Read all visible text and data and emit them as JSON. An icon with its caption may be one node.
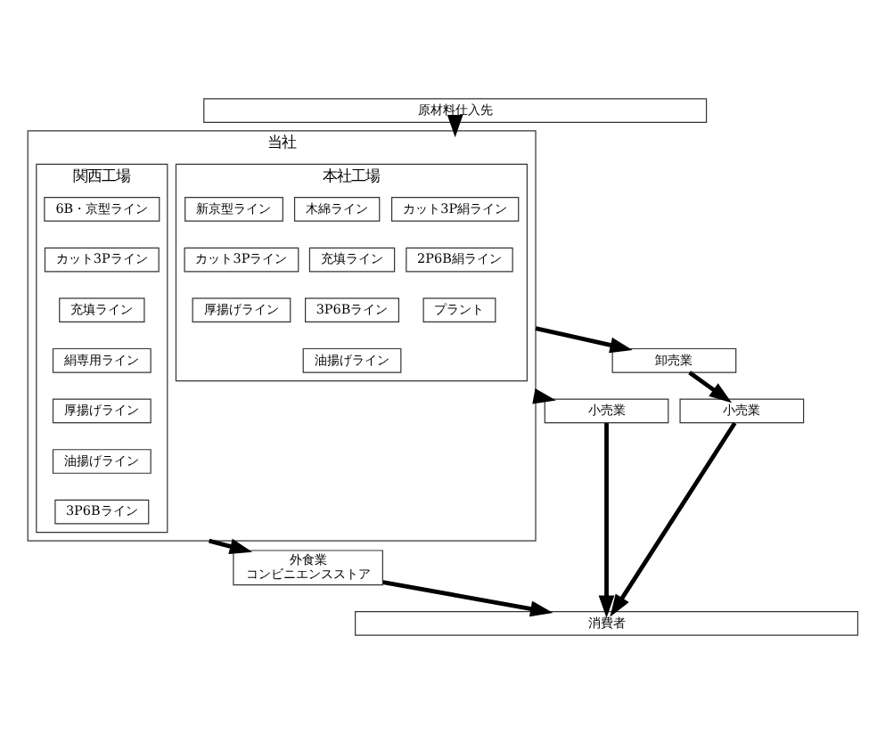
{
  "diagram": {
    "nodes": [
      {
        "text": [
          "原材料仕入先"
        ]
      },
      {
        "text": [
          "当社"
        ]
      },
      {
        "text": [
          "本社工場"
        ],
        "in": 1
      },
      {
        "text": [
          "木綿ライン"
        ],
        "in": 2
      },
      {
        "text": [
          "充填ライン"
        ],
        "in": 2
      },
      {
        "text": [
          "3P6Bライン"
        ],
        "in": 2
      },
      {
        "text": [
          "油揚げライン"
        ],
        "in": 2
      },
      {
        "text": [
          "カット3P絹ライン"
        ],
        "in": 2
      },
      {
        "text": [
          "2P6B絹ライン"
        ],
        "in": 2
      },
      {
        "text": [
          "プラント"
        ],
        "in": 2
      },
      {
        "text": [
          "新京型ライン"
        ],
        "in": 2
      },
      {
        "text": [
          "カット3Pライン"
        ],
        "in": 2
      },
      {
        "text": [
          "厚揚げライン"
        ],
        "in": 2
      },
      {
        "text": [
          "関西工場"
        ],
        "in": 1
      },
      {
        "text": [
          "6B・京型ライン"
        ],
        "in": 13
      },
      {
        "text": [
          "カット3Pライン"
        ],
        "in": 13
      },
      {
        "text": [
          "充填ライン"
        ],
        "in": 13
      },
      {
        "text": [
          "絹専用ライン"
        ],
        "in": 13
      },
      {
        "text": [
          "厚揚げライン"
        ],
        "in": 13
      },
      {
        "text": [
          "油揚げライン"
        ],
        "in": 13
      },
      {
        "text": [
          "3P6Bライン"
        ],
        "in": 13
      },
      {
        "text": [
          "小売業"
        ]
      },
      {
        "text": [
          "卸売業"
        ]
      },
      {
        "text": [
          "外食業",
          "コンビニエンスストア"
        ]
      },
      {
        "text": [
          "小売業"
        ]
      },
      {
        "text": [
          "消費者"
        ]
      }
    ],
    "edges": [
      {
        "from": 0,
        "to": 1,
        "arrow": "to"
      },
      {
        "from": 1,
        "to": 21,
        "arrow": "to"
      },
      {
        "from": 1,
        "to": 22,
        "arrow": "to"
      },
      {
        "from": 1,
        "to": 23,
        "arrow": "to"
      },
      {
        "from": 21,
        "to": 25,
        "arrow": "to"
      },
      {
        "from": 22,
        "to": 24,
        "arrow": "to"
      },
      {
        "from": 24,
        "to": 25,
        "arrow": "to"
      },
      {
        "from": 23,
        "to": 25,
        "arrow": "to"
      }
    ]
  }
}
